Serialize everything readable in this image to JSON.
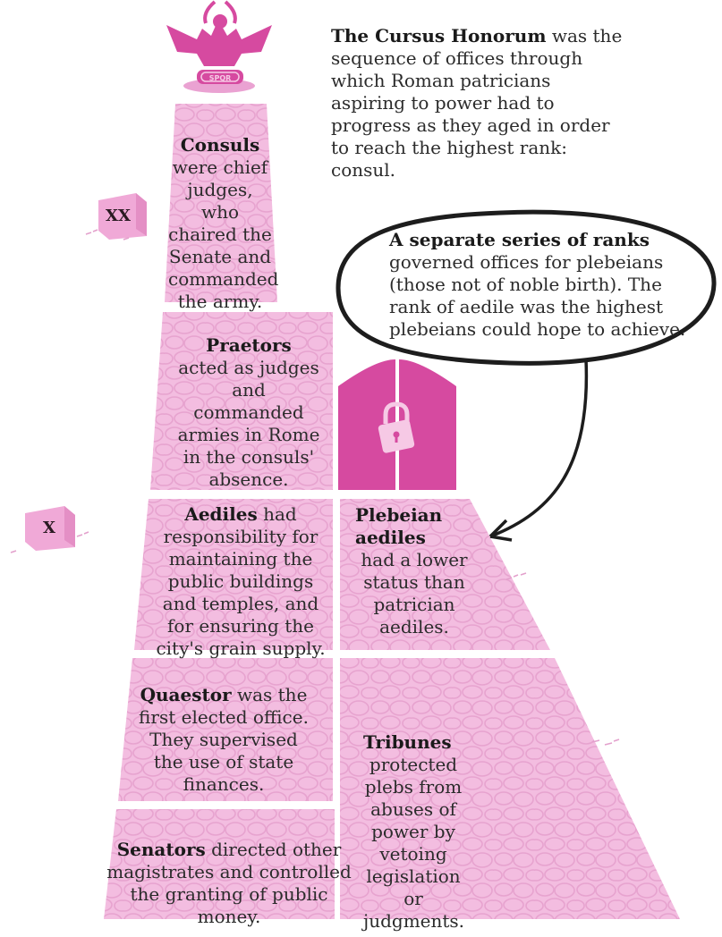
{
  "intro": {
    "title": "The Cursus Honorum",
    "rest": "was the sequence of offices through which Roman patricians aspiring to power had to progress as they aged in order to reach the highest rank: consul."
  },
  "bubble": {
    "title": "A separate series of ranks",
    "rest": "governed offices for plebeians (those not of noble birth). The rank of aedile was the highest plebeians could hope to achieve."
  },
  "emblem": {
    "label": "SPQR",
    "icon": "eagle-icon"
  },
  "gate": {
    "icon": "padlock-icon"
  },
  "badges": {
    "consul": "XX",
    "aedile": "X"
  },
  "ranks": {
    "consuls": {
      "title": "Consuls",
      "rest": "were chief judges, who chaired the Senate and commanded the army."
    },
    "praetors": {
      "title": "Praetors",
      "rest": "acted as judges and commanded armies in Rome in the consuls' absence."
    },
    "aediles": {
      "title": "Aediles",
      "rest": "had responsibility for maintaining the public buildings and temples, and for ensuring the city's grain supply."
    },
    "quaestor": {
      "title": "Quaestor",
      "rest": "was the first elected office. They supervised the use of state finances."
    },
    "senators": {
      "title": "Senators",
      "rest": "directed other magistrates and controlled the granting of public money."
    },
    "plebeian_aediles": {
      "title": "Plebeian aediles",
      "rest": "had a lower status than patrician aediles."
    },
    "tribunes": {
      "title": "Tribunes",
      "rest": "protected plebs from abuses of power by vetoing legislation or judgments."
    }
  },
  "colors": {
    "block_fill": "#f3bde0",
    "block_edge": "#e59ccb",
    "accent": "#d64aa0",
    "gap": "#ffffff"
  }
}
